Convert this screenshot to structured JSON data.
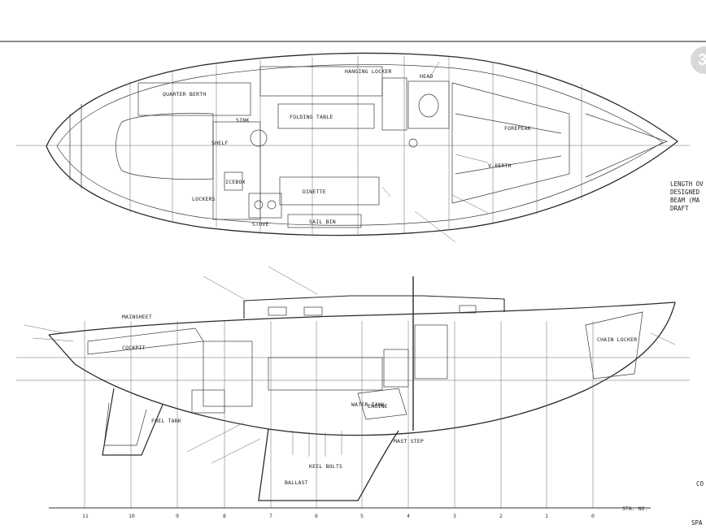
{
  "badge": {
    "text": "3"
  },
  "specs": {
    "length": "LENGTH OV",
    "designed": "DESIGNED",
    "beam": "BEAM (MA",
    "draft": "DRAFT"
  },
  "plan_labels": {
    "quarter_berth": "QUARTER BERTH",
    "folding_table": "FOLDING TABLE",
    "sink": "SINK",
    "stove": "STOVE",
    "icebox": "ICEBOX",
    "shelf": "SHELF",
    "lockers": "LOCKERS",
    "sail_bin": "SAIL BIN",
    "dinette": "DINETTE",
    "hanging_locker": "HANGING LOCKER",
    "head": "HEAD",
    "forepeak": "FOREPEAK",
    "v_berth": "V-BERTH"
  },
  "profile_labels": {
    "mainsheet": "MAINSHEET",
    "cockpit": "COCKPIT",
    "engine": "ENGINE",
    "fuel_tank": "FUEL TANK",
    "water_tank": "WATER TANK",
    "chain_locker": "CHAIN LOCKER",
    "ballast": "BALLAST",
    "mast_step": "MAST STEP",
    "keel_bolts": "KEEL BOLTS"
  },
  "station_axis": {
    "ticks": [
      "11",
      "10",
      "9",
      "8",
      "7",
      "6",
      "5",
      "4",
      "3",
      "2",
      "1",
      "0"
    ],
    "label": "STA. NO."
  },
  "edge_text": {
    "co": "CO",
    "spa": "SPA"
  }
}
